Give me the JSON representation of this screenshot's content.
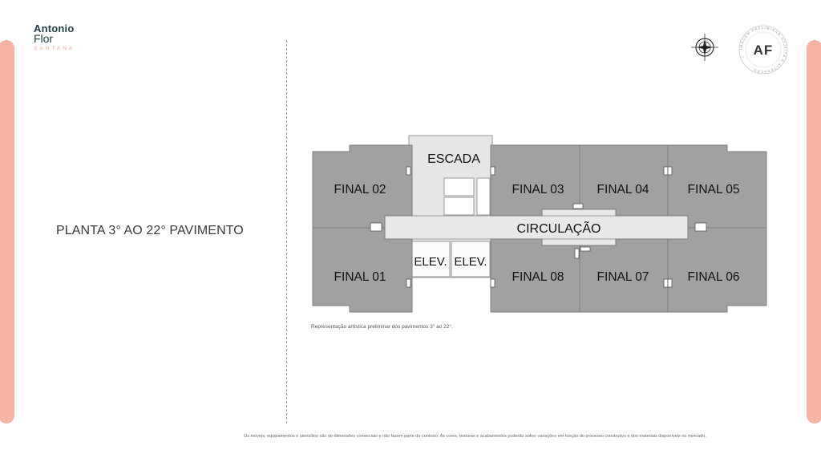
{
  "brand": {
    "line1": "Antonio",
    "line2": "Flor",
    "line3": "SANTANA",
    "seal_initials": "AF",
    "seal_text": "IMAGEM PRELIMINAR SUJEITA A ALTERAÇÃO"
  },
  "page": {
    "title": "PLANTA 3° AO 22° PAVIMENTO",
    "caption": "Representação artística preliminar dos pavimentos 3° ao 22°.",
    "footnote": "Os móveis, equipamentos e utensílios são de dimensões comerciais e não fazem parte do contrato. As cores, texturas e acabamentos poderão sofrer variações em função do processo construtivo e dos materiais disponíveis no mercado."
  },
  "plan": {
    "labels": {
      "escada": "ESCADA",
      "circulacao": "CIRCULAÇÃO",
      "elev1": "ELEV.",
      "elev2": "ELEV.",
      "final01": "FINAL 01",
      "final02": "FINAL 02",
      "final03": "FINAL 03",
      "final04": "FINAL 04",
      "final05": "FINAL 05",
      "final06": "FINAL 06",
      "final07": "FINAL 07",
      "final08": "FINAL 08"
    }
  },
  "colors": {
    "accent": "#f8b4a2",
    "unit_fill": "#a3a19f",
    "corridor_fill": "#e5e5e5",
    "text_dark": "#1f3f46"
  }
}
